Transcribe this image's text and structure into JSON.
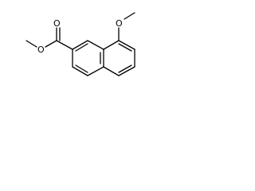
{
  "molecule": {
    "atoms": {
      "carbonyl_oxygen": "O",
      "ester_oxygen": "O",
      "ether_oxygen": "O"
    }
  },
  "colors": {
    "background": "#ffffff",
    "bond": "#000000",
    "label": "#000000"
  }
}
